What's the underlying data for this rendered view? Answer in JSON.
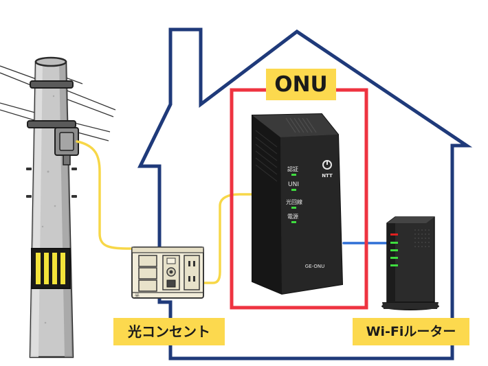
{
  "labels": {
    "onu": "ONU",
    "optical_outlet": "光コンセント",
    "wifi_router": "Wi-Fiルーター"
  },
  "onu_device": {
    "brand": "NTT",
    "model": "GE-ONU",
    "led_auth": "認証",
    "led_uni": "UNI",
    "led_optical_line": "光回線",
    "led_power": "電源"
  },
  "outlet": {
    "mark": "光"
  },
  "colors": {
    "house_outline": "#1f3a7a",
    "onu_frame": "#ee3340",
    "label_fill": "#fcd94e",
    "fiber_cable": "#f7d748",
    "lan_cable": "#2f6fd6",
    "led_green": "#3fdc3f",
    "led_red": "#e02020"
  },
  "icons": [
    "utility-pole-icon",
    "optical-outlet-icon",
    "onu-device-icon",
    "wifi-router-icon",
    "ntt-logo-icon"
  ]
}
